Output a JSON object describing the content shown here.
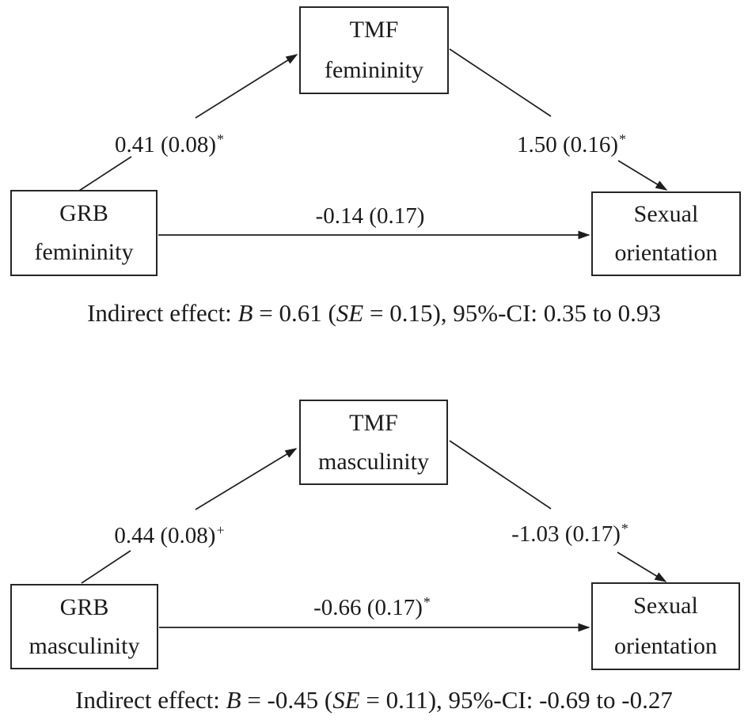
{
  "colors": {
    "ink": "#1d1d1d",
    "background": "#ffffff"
  },
  "diagrams": [
    {
      "id": "femininity-model",
      "predictor": {
        "line1": "GRB",
        "line2": "femininity"
      },
      "mediator": {
        "line1": "TMF",
        "line2": "femininity"
      },
      "outcome": {
        "line1": "Sexual",
        "line2": "orientation"
      },
      "paths": {
        "a": {
          "value": "0.41 (0.08)",
          "sig": "*"
        },
        "b": {
          "value": "1.50 (0.16)",
          "sig": "*"
        },
        "c": {
          "value": "-0.14 (0.17)",
          "sig": ""
        }
      },
      "indirect": {
        "label": "Indirect effect: ",
        "b": "B",
        "after_b": " = 0.61 (",
        "se": "SE",
        "after_se": " = 0.15), 95%-CI: 0.35 to 0.93"
      }
    },
    {
      "id": "masculinity-model",
      "predictor": {
        "line1": "GRB",
        "line2": "masculinity"
      },
      "mediator": {
        "line1": "TMF",
        "line2": "masculinity"
      },
      "outcome": {
        "line1": "Sexual",
        "line2": "orientation"
      },
      "paths": {
        "a": {
          "value": "0.44 (0.08)",
          "sig": "+"
        },
        "b": {
          "value": "-1.03 (0.17)",
          "sig": "*"
        },
        "c": {
          "value": "-0.66 (0.17)",
          "sig": "*"
        }
      },
      "indirect": {
        "label": "Indirect effect: ",
        "b": "B",
        "after_b": " = -0.45 (",
        "se": "SE",
        "after_se": " = 0.11), 95%-CI: -0.69 to -0.27"
      }
    }
  ]
}
